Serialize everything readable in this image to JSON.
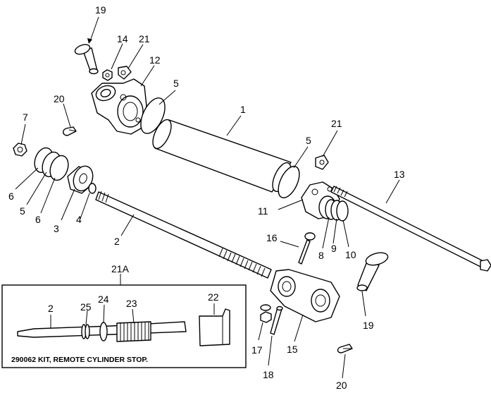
{
  "callouts": {
    "c19_top": "19",
    "c14": "14",
    "c21_top": "21",
    "c12": "12",
    "c5_top": "5",
    "c20_top": "20",
    "c7": "7",
    "c1": "1",
    "c21_right": "21",
    "c5_right": "5",
    "c13": "13",
    "c6_a": "6",
    "c5_left": "5",
    "c6_b": "6",
    "c3": "3",
    "c4": "4",
    "c2_rod": "2",
    "c11": "11",
    "c16": "16",
    "c8": "8",
    "c9": "9",
    "c10": "10",
    "c21A": "21A",
    "c2_kit": "2",
    "c25": "25",
    "c24": "24",
    "c23": "23",
    "c22": "22",
    "c19_bottom": "19",
    "c17": "17",
    "c15": "15",
    "c18": "18",
    "c20_bottom": "20"
  },
  "kit_caption": "290062 KIT, REMOTE CYLINDER STOP."
}
